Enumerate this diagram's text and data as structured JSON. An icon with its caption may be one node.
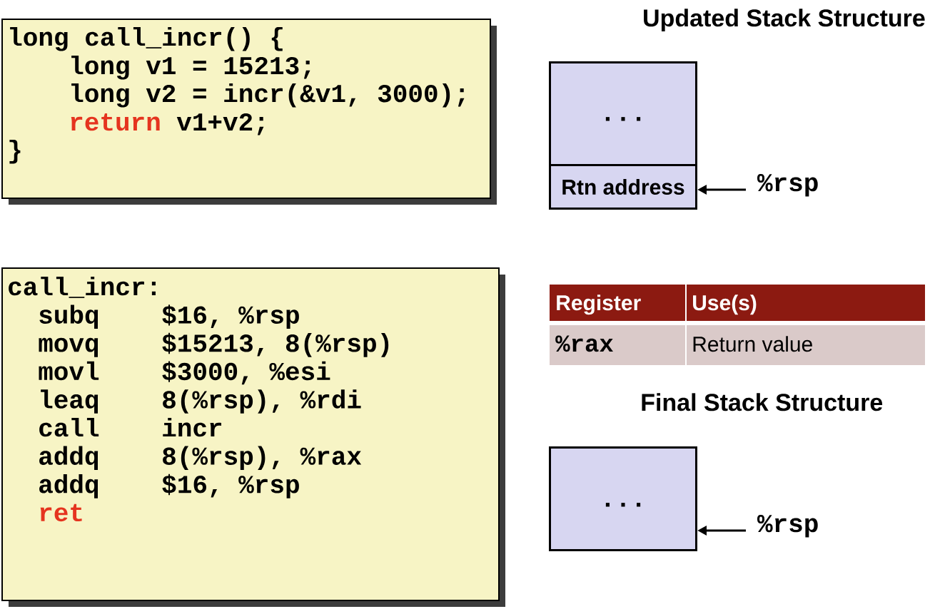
{
  "diagram": {
    "nodes": [
      {
        "text": [
          "long call_incr() {",
          "long v1 = 15213;",
          "long v2 = incr(&v1, 3000);",
          "return",
          "v1+v2;",
          "}"
        ]
      },
      {
        "text": [
          "..."
        ]
      },
      {
        "text": [
          "Rtn address"
        ]
      },
      {
        "text": [
          "%rsp"
        ]
      },
      {
        "text": [
          "call_incr:",
          "subq",
          "$16, %rsp",
          "movq",
          "$15213, 8(%rsp)",
          "movl",
          "$3000, %esi",
          "leaq",
          "8(%rsp), %rdi",
          "call",
          "incr",
          "addq",
          "8(%rsp), %rax",
          "addq",
          "$16, %rsp",
          "ret"
        ]
      },
      {
        "text": [
          "..."
        ]
      },
      {
        "text": [
          "%rsp"
        ]
      }
    ],
    "edges": [
      {
        "from": 3,
        "to": 2,
        "arrow": "to"
      },
      {
        "from": 6,
        "to": 5,
        "arrow": "to"
      }
    ],
    "labels": [
      "Updated Stack Structure",
      "Register",
      "Use(s)",
      "%rax",
      "Return value",
      "Final Stack Structure"
    ]
  }
}
